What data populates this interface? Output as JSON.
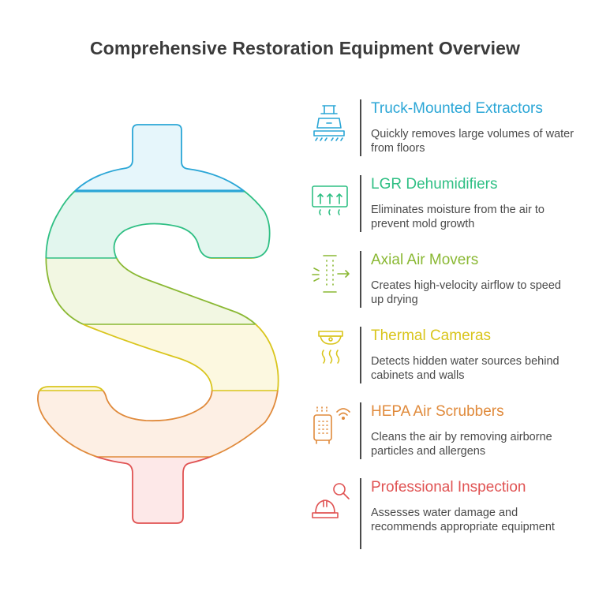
{
  "title": "Comprehensive Restoration Equipment Overview",
  "colors": {
    "blue": "#2aa6d6",
    "teal": "#2fbf84",
    "green": "#8ab833",
    "yellow": "#d9c51c",
    "orange": "#e08a3b",
    "red": "#e05252"
  },
  "items": [
    {
      "title": "Truck-Mounted Extractors",
      "description": "Quickly removes large volumes of water from floors",
      "icon": "truck-mounted-extractor-icon",
      "color": "#2aa6d6"
    },
    {
      "title": "LGR Dehumidifiers",
      "description": "Eliminates moisture from the air to prevent mold growth",
      "icon": "dehumidifier-icon",
      "color": "#2fbf84"
    },
    {
      "title": "Axial Air Movers",
      "description": "Creates high-velocity airflow to speed up drying",
      "icon": "air-mover-icon",
      "color": "#8ab833"
    },
    {
      "title": "Thermal Cameras",
      "description": "Detects hidden water sources behind cabinets and walls",
      "icon": "thermal-camera-icon",
      "color": "#d9c51c"
    },
    {
      "title": "HEPA Air Scrubbers",
      "description": "Cleans the air by removing airborne particles and allergens",
      "icon": "air-scrubber-icon",
      "color": "#e08a3b"
    },
    {
      "title": "Professional Inspection",
      "description": "Assesses water damage and recommends appropriate equipment",
      "icon": "inspection-icon",
      "color": "#e05252"
    }
  ]
}
